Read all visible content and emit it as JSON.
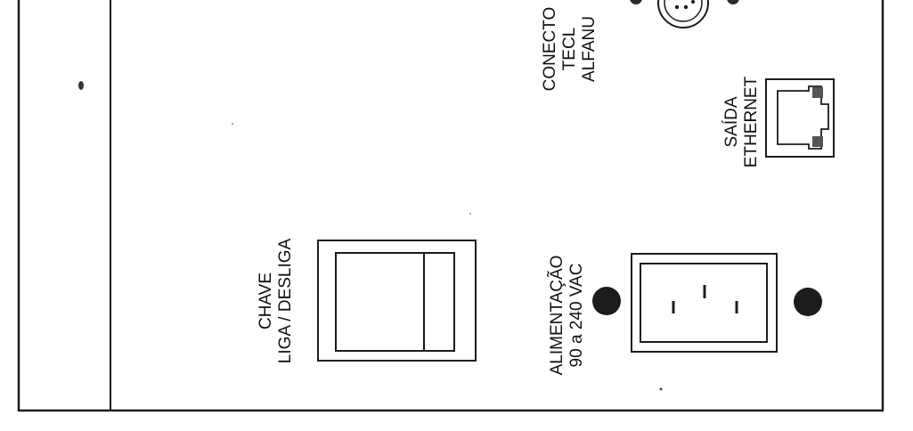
{
  "labels": {
    "keyboard_connector": [
      "CONECTO",
      "TECL",
      "ALFANU"
    ],
    "ethernet": [
      "SAÍDA",
      "ETHERNET"
    ],
    "switch": [
      "CHAVE",
      "LIGA / DESLIGA"
    ],
    "power": [
      "ALIMENTAÇÃO",
      "90 a 240 VAC"
    ]
  },
  "colors": {
    "ink": "#1c1c1c",
    "paper": "#ffffff"
  }
}
